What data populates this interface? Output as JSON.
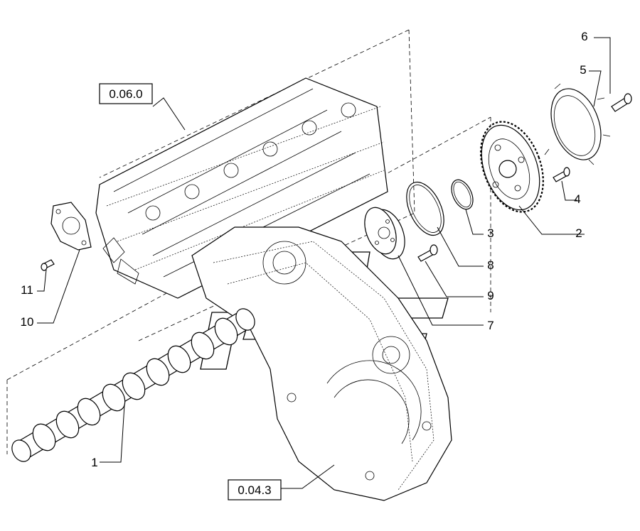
{
  "diagram": {
    "callouts": [
      {
        "id": "c1",
        "text": "1"
      },
      {
        "id": "c2",
        "text": "2"
      },
      {
        "id": "c3",
        "text": "3"
      },
      {
        "id": "c4",
        "text": "4"
      },
      {
        "id": "c5",
        "text": "5"
      },
      {
        "id": "c6",
        "text": "6"
      },
      {
        "id": "c7",
        "text": "7"
      },
      {
        "id": "c8",
        "text": "8"
      },
      {
        "id": "c9",
        "text": "9"
      },
      {
        "id": "c10",
        "text": "10"
      },
      {
        "id": "c11",
        "text": "11"
      }
    ],
    "references": [
      {
        "id": "r1",
        "text": "0.06.0"
      },
      {
        "id": "r2",
        "text": "0.04.3"
      }
    ]
  }
}
